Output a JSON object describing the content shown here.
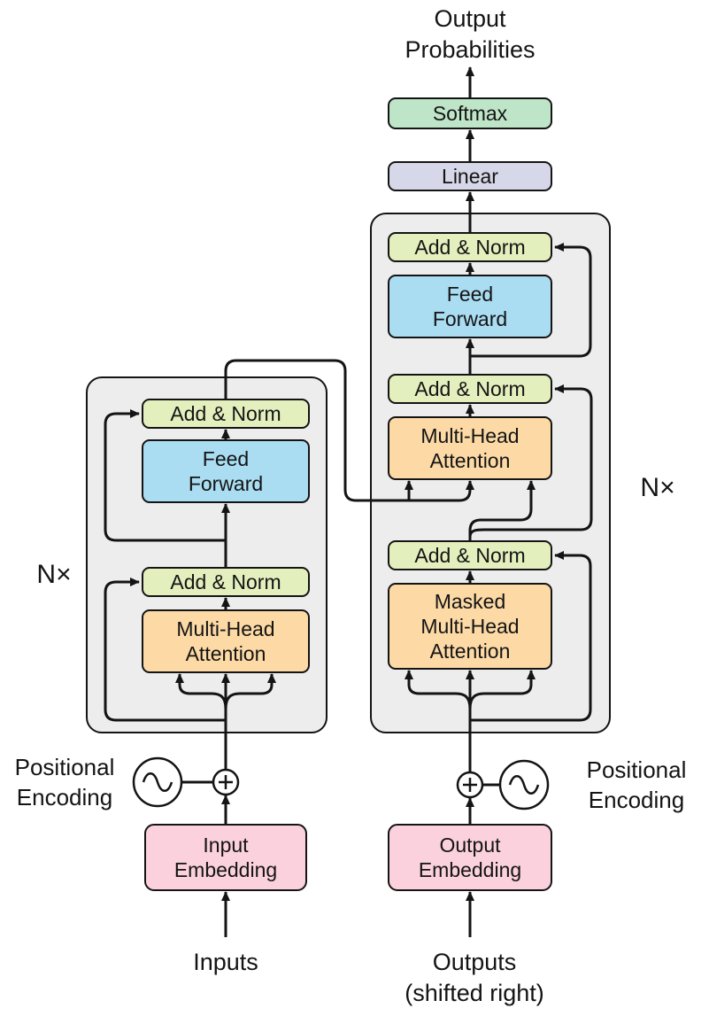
{
  "colors": {
    "embedding": "#fad1dd",
    "attention": "#fcd9a5",
    "add_norm": "#e4efbe",
    "feed_forward": "#aadcf2",
    "softmax": "#bfe5c8",
    "linear": "#d6d7e8",
    "container": "#ededed",
    "line": "#141414"
  },
  "top": {
    "output_probabilities": "Output\nProbabilities",
    "softmax": "Softmax",
    "linear": "Linear"
  },
  "decoder": {
    "n_label": "N×",
    "add_norm_top": "Add & Norm",
    "feed_forward": "Feed\nForward",
    "add_norm_mid": "Add & Norm",
    "multi_head_attention": "Multi-Head\nAttention",
    "add_norm_bottom": "Add & Norm",
    "masked_multi_head_attention": "Masked\nMulti-Head\nAttention"
  },
  "encoder": {
    "n_label": "N×",
    "add_norm_top": "Add & Norm",
    "feed_forward": "Feed\nForward",
    "add_norm_bottom": "Add & Norm",
    "multi_head_attention": "Multi-Head\nAttention"
  },
  "bottom": {
    "input_embedding": "Input\nEmbedding",
    "output_embedding": "Output\nEmbedding",
    "inputs": "Inputs",
    "outputs": "Outputs\n(shifted right)",
    "positional_encoding_left": "Positional\nEncoding",
    "positional_encoding_right": "Positional\nEncoding"
  }
}
